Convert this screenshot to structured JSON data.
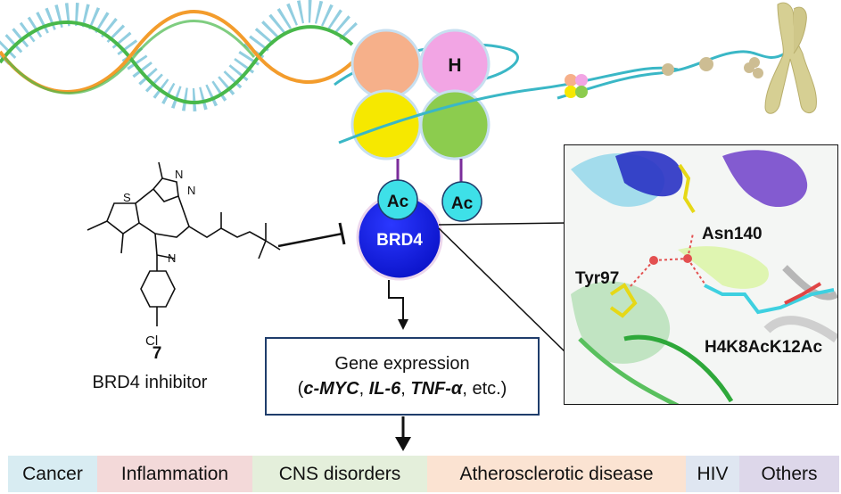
{
  "histone": {
    "h_label": "H",
    "ac_label_1": "Ac",
    "ac_label_2": "Ac"
  },
  "brd4": {
    "label": "BRD4"
  },
  "compound": {
    "number": "7",
    "name": "BRD4 inhibitor",
    "cl_label": "Cl",
    "n_label": "N"
  },
  "gene_box": {
    "title": "Gene expression",
    "open": "(",
    "g1": "c-MYC",
    "sep1": ", ",
    "g2": "IL-6",
    "sep2": ", ",
    "g3": "TNF-α",
    "tail": ", etc.)"
  },
  "structure_inset": {
    "residue_1": "Asn140",
    "residue_2": "Tyr97",
    "ligand": "H4K8AcK12Ac"
  },
  "diseases": [
    {
      "label": "Cancer",
      "color": "#d8ecf2"
    },
    {
      "label": "Inflammation",
      "color": "#f3d9d9"
    },
    {
      "label": "CNS disorders",
      "color": "#e4efdb"
    },
    {
      "label": "Atherosclerotic disease",
      "color": "#fbe3d2"
    },
    {
      "label": "HIV",
      "color": "#dfe6f1"
    },
    {
      "label": "Others",
      "color": "#ddd7ea"
    }
  ],
  "colors": {
    "dna_green": "#48b84a",
    "dna_orange": "#f39c2c",
    "dna_blue": "#7fc6da",
    "histone_orange": "#f6b08a",
    "histone_pink": "#f2a5e4",
    "histone_yellow": "#f6e800",
    "histone_green": "#8ccc4e",
    "ac_cyan": "#3ee0e8",
    "brd4_blue": "#0a12d8",
    "chromosome": "#d6cf93",
    "linker": "#3ab7c6"
  }
}
